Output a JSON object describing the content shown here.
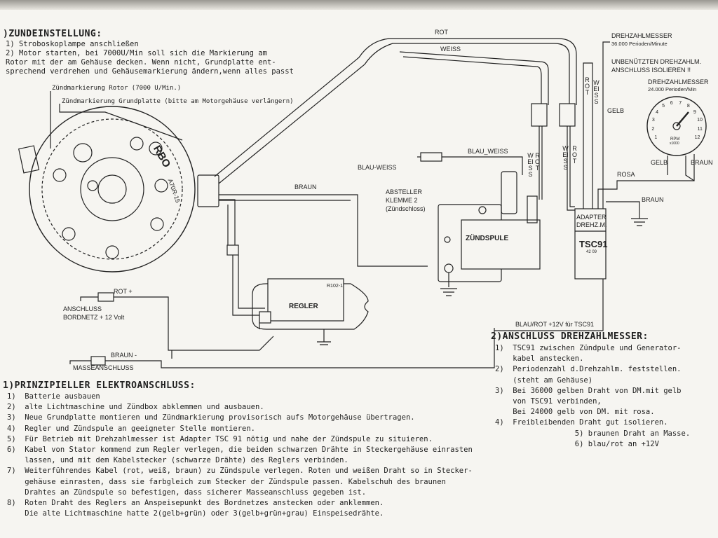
{
  "zuendeinstellung": {
    "title": ")ZUNDEINSTELLUNG:",
    "lines": [
      "1)  Stroboskoplampe anschließen",
      "2)  Motor starten, bei 7000U/Min soll sich die Markierung am",
      "    Rotor mit der am Gehäuse decken. Wenn nicht, Grundplatte ent-",
      "sprechend verdrehen und Gehäusemarkierung ändern,wenn alles passt"
    ]
  },
  "diagram_labels": {
    "rotor_mark": "Zündmarkierung Rotor (7000 U/Min.)",
    "plate_mark": "Zündmarkierung Grundplatte (bitte am Motorgehäuse verlängern)",
    "rot_top": "ROT",
    "weiss_top": "WEISS",
    "braun_mid": "BRAUN",
    "blau_weiss_right": "BLAU_WEISS",
    "blau_weiss_left": "BLAU-WEISS",
    "absteller_1": "ABSTELLER",
    "absteller_2": "KLEMME 2",
    "absteller_3": "(Zündschloss)",
    "zuendspule": "ZÜNDSPULE",
    "regler": "REGLER",
    "regler_code": "R102-1",
    "rot_plus": "ROT +",
    "anschluss_1": "ANSCHLUSS",
    "anschluss_2": "BORDNETZ + 12 Volt",
    "braun_minus": "BRAUN -",
    "masseanschluss": "MASSEANSCHLUSS",
    "adapter_1": "ADAPTER",
    "adapter_2": "DREHZ.M.",
    "tsc91": "TSC91",
    "tsc91_code": "42 09",
    "dm1_title": "DREHZAHLMESSER",
    "dm1_sub": "36.000 Perioden/Minute",
    "unbenutzt_1": "UNBENÜTZTEN DREHZAHLM.",
    "unbenutzt_2": "ANSCHLUSS ISOLIEREN !!",
    "dm2_title": "DREHZAHLMESSER",
    "dm2_sub": "24.000 Perioden/Min",
    "gelb_1": "GELB",
    "gelb_2": "GELB",
    "braun_dm": "BRAUN",
    "rosa": "ROSA",
    "braun_right": "BRAUN",
    "blau_rot": "BLAU/ROT +12V für TSC91",
    "rbo": "RBO",
    "a70r": "A70R-15",
    "weiss_v1": "WEISS",
    "rot_v1": "ROT",
    "weiss_v2": "WEISS",
    "rot_v2": "ROT",
    "rot_v3": "ROT",
    "weiss_v3": "WEISS"
  },
  "gauge": {
    "ticks": [
      "1",
      "2",
      "3",
      "4",
      "5",
      "6",
      "7",
      "8",
      "9",
      "10",
      "11",
      "12"
    ],
    "center_label_1": "RPM",
    "center_label_2": "x1000"
  },
  "prinzipieller": {
    "title": "1)PRINZIPIELLER ELEKTROANSCHLUSS:",
    "lines": [
      "1)  Batterie ausbauen",
      "2)  alte Lichtmaschine und Zündbox abklemmen und ausbauen.",
      "3)  Neue Grundplatte montieren und Zündmarkierung provisorisch aufs Motorgehäuse übertragen.",
      "4)  Regler und Zündspule an geeigneter Stelle montieren.",
      "5)  Für Betrieb mit Drehzahlmesser ist Adapter TSC 91 nötig und nahe der Zündspule zu situieren.",
      "6)  Kabel von Stator kommend zum Regler verlegen, die beiden schwarzen Drähte in Steckergehäuse einrasten",
      "    lassen, und mit dem Kabelstecker (schwarze Drähte) des Reglers verbinden.",
      "7)  Weiterführendes Kabel (rot, weiß, braun) zu Zündspule verlegen. Roten und weißen Draht so in Stecker-",
      "    gehäuse einrasten, dass sie farbgleich zum Stecker der Zündspule passen. Kabelschuh des braunen",
      "    Drahtes an Zündspule so befestigen, dass sicherer Masseanschluss gegeben ist.",
      "8)  Roten Draht des Reglers an Anspeisepunkt des Bordnetzes anstecken oder anklemmen.",
      "    Die alte Lichtmaschine hatte 2(gelb+grün) oder 3(gelb+grün+grau) Einspeisedrähte."
    ]
  },
  "anschluss_dm": {
    "title": "2)ANSCHLUSS DREHZAHLMESSER:",
    "lines": [
      "1)  TSC91 zwischen Zündpule und Generator-",
      "    kabel anstecken.",
      "2)  Periodenzahl d.Drehzahlm. feststellen.",
      "    (steht am Gehäuse)",
      "3)  Bei 36000 gelben Draht von DM.mit gelb",
      "    von TSC91 verbinden,",
      "    Bei 24000 gelb von DM. mit rosa.",
      "4)  Freibleibenden Draht gut isolieren.",
      "                  5) braunen Draht an Masse.",
      "                  6) blau/rot an +12V"
    ]
  },
  "colors": {
    "paper": "#f6f5f1",
    "ink": "#1f1f1f",
    "shadow": "#9a9892"
  }
}
